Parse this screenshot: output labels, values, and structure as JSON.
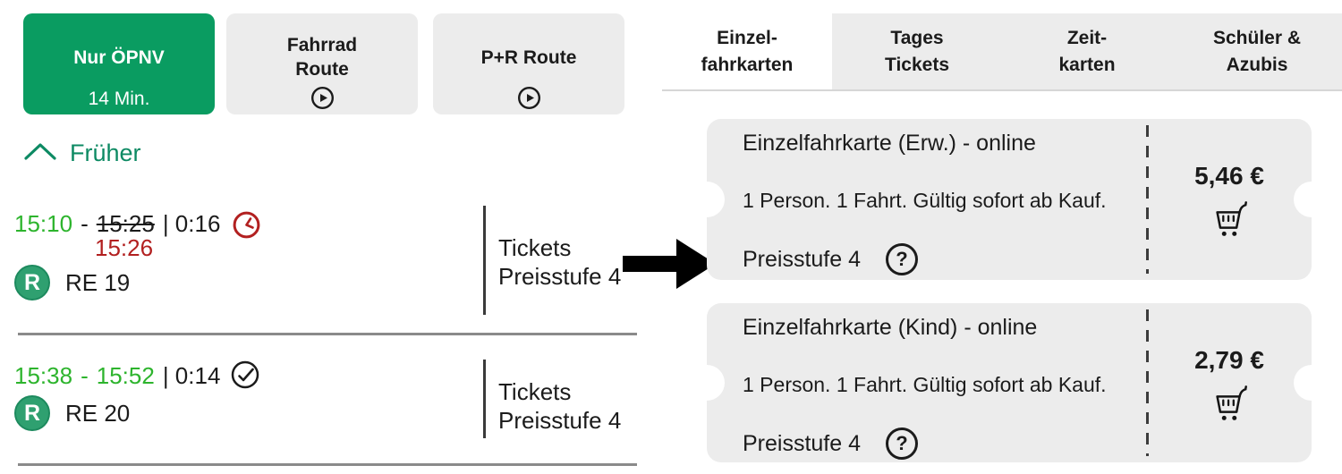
{
  "route_options": {
    "transit": {
      "label": "Nur ÖPNV",
      "duration": "14 Min."
    },
    "bike": {
      "label_line1": "Fahrrad",
      "label_line2": "Route"
    },
    "park_ride": {
      "label": "P+R Route"
    }
  },
  "earlier_toggle": {
    "label": "Früher"
  },
  "journeys": [
    {
      "departure": "15:10",
      "separator": "-",
      "scheduled_arrival": "15:25",
      "delayed_arrival": "15:26",
      "duration": "| 0:16",
      "line": "RE 19",
      "tickets_line1": "Tickets",
      "tickets_line2": "Preisstufe 4"
    },
    {
      "departure": "15:38",
      "separator": "-",
      "arrival": "15:52",
      "duration": "| 0:14",
      "line": "RE 20",
      "tickets_line1": "Tickets",
      "tickets_line2": "Preisstufe 4"
    }
  ],
  "ticket_tabs": [
    {
      "line1": "Einzel-",
      "line2": "fahrkarten"
    },
    {
      "line1": "Tages",
      "line2": "Tickets"
    },
    {
      "line1": "Zeit-",
      "line2": "karten"
    },
    {
      "line1": "Schüler &",
      "line2": "Azubis"
    }
  ],
  "ticket_offers": [
    {
      "title": "Einzelfahrkarte (Erw.) - online",
      "description": "1 Person. 1 Fahrt. Gültig sofort ab Kauf.",
      "price_level": "Preisstufe 4",
      "price": "5,46 €"
    },
    {
      "title": "Einzelfahrkarte (Kind) - online",
      "description": "1 Person. 1 Fahrt. Gültig sofort ab Kauf.",
      "price_level": "Preisstufe 4",
      "price": "2,79 €"
    }
  ],
  "ui": {
    "question_mark": "?",
    "r_logo_letter": "R"
  },
  "colors": {
    "accent_green": "#0a9c61",
    "time_green": "#2db42d",
    "delay_red": "#b22020",
    "link_green": "#0d8a63",
    "line_logo_green": "#2fa070",
    "card_gray": "#ececec"
  }
}
